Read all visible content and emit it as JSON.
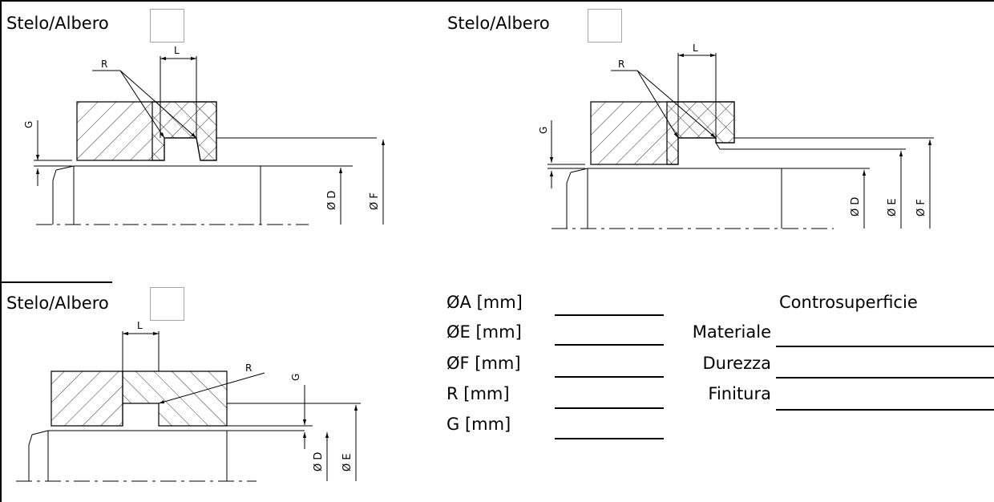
{
  "panels": [
    {
      "title": "Stelo/Albero"
    },
    {
      "title": "Stelo/Albero"
    },
    {
      "title": "Stelo/Albero"
    }
  ],
  "drawing_labels": {
    "R": "R",
    "L": "L",
    "G": "G",
    "D": "Ø D",
    "E": "Ø E",
    "F": "Ø F"
  },
  "form": {
    "fields": [
      {
        "label": "ØA [mm]",
        "value": ""
      },
      {
        "label": "ØE [mm]",
        "value": ""
      },
      {
        "label": "ØF [mm]",
        "value": ""
      },
      {
        "label": "R [mm]",
        "value": ""
      },
      {
        "label": "G [mm]",
        "value": ""
      }
    ],
    "counter_title": "Controsuperficie",
    "counter_fields": [
      {
        "label": "Materiale",
        "value": ""
      },
      {
        "label": "Durezza",
        "value": ""
      },
      {
        "label": "Finitura",
        "value": ""
      }
    ]
  }
}
